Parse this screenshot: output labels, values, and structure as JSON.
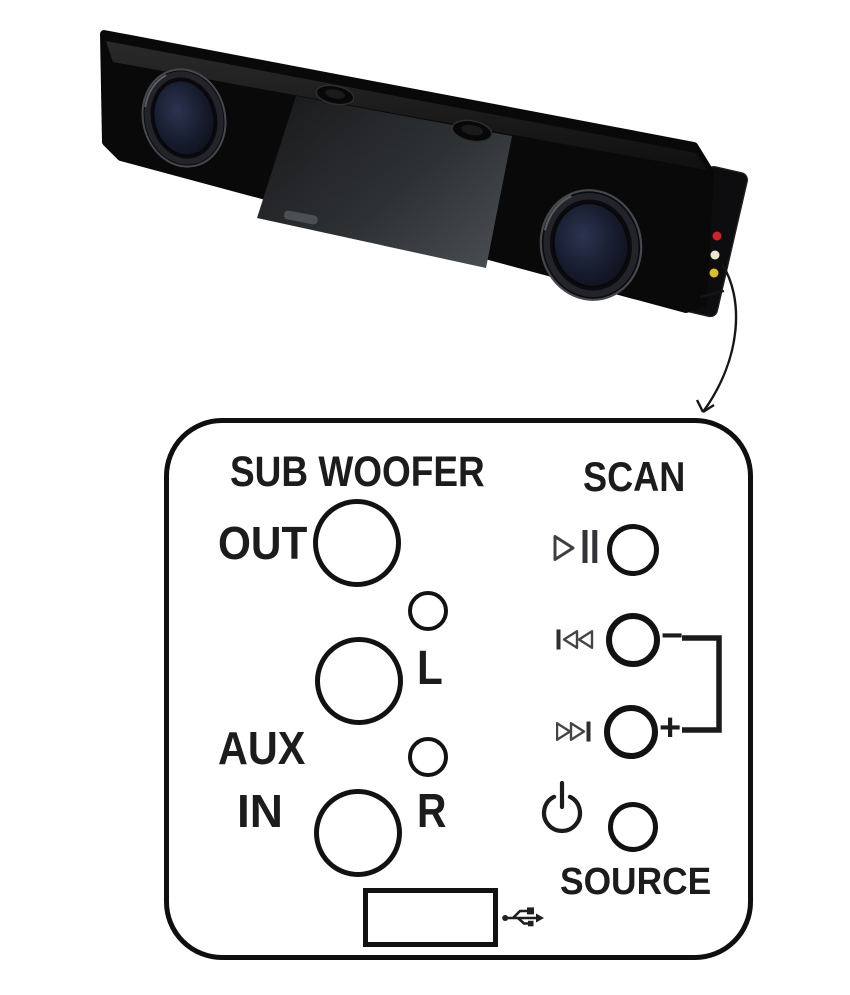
{
  "canvas": {
    "background": "#ffffff",
    "ink": "#101010"
  },
  "soundbar": {
    "rca_jacks": [
      {
        "name": "rca-red",
        "color": "#c4262c"
      },
      {
        "name": "rca-white",
        "color": "#eae4d4"
      },
      {
        "name": "rca-yellow",
        "color": "#d9bd33"
      }
    ]
  },
  "panel": {
    "section_left_title": "SUB WOOFER",
    "section_right_title": "SCAN",
    "out_label": "OUT",
    "aux_label": "AUX",
    "in_label": "IN",
    "left_channel_label": "L",
    "right_channel_label": "R",
    "source_label": "SOURCE",
    "minus_label": "−",
    "plus_label": "+",
    "icons": {
      "play_pause": "play-pause-icon",
      "previous_track": "previous-track-icon",
      "next_track": "next-track-icon",
      "power": "power-icon",
      "usb": "usb-icon"
    }
  }
}
